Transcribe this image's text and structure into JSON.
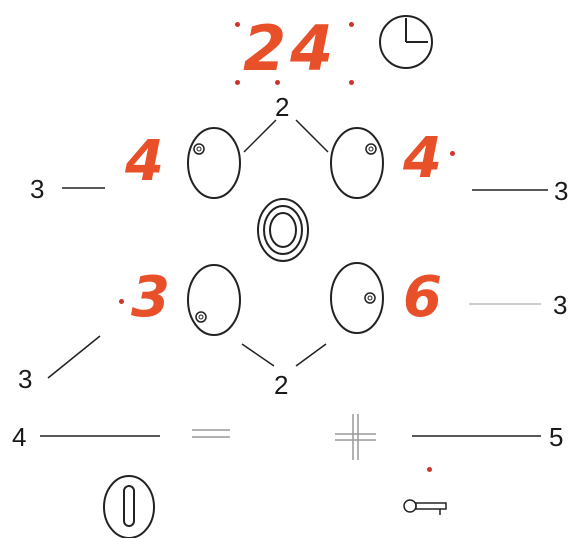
{
  "colors": {
    "display": "#e8502a",
    "indicator": "#d1332b",
    "line": "#222222",
    "light_line": "#bbbbbb"
  },
  "timer_display": {
    "value": "24",
    "icon": "clock-icon"
  },
  "zones": {
    "rear_left": {
      "level": "4"
    },
    "rear_right": {
      "level": "4"
    },
    "front_left": {
      "level": "3"
    },
    "front_right": {
      "level": "6"
    },
    "center_icon": "zone-ring-icon"
  },
  "controls": {
    "minus_icon": "minus-icon",
    "plus_icon": "plus-icon",
    "power_icon": "power-icon",
    "key_icon": "key-lock-icon"
  },
  "callouts": {
    "zone_selectors_top": "2",
    "zone_selectors_bottom": "2",
    "display_rear_left": "3",
    "display_rear_right": "3",
    "display_front_left": "3",
    "display_front_right": "3",
    "minus_key": "4",
    "plus_key": "5"
  }
}
